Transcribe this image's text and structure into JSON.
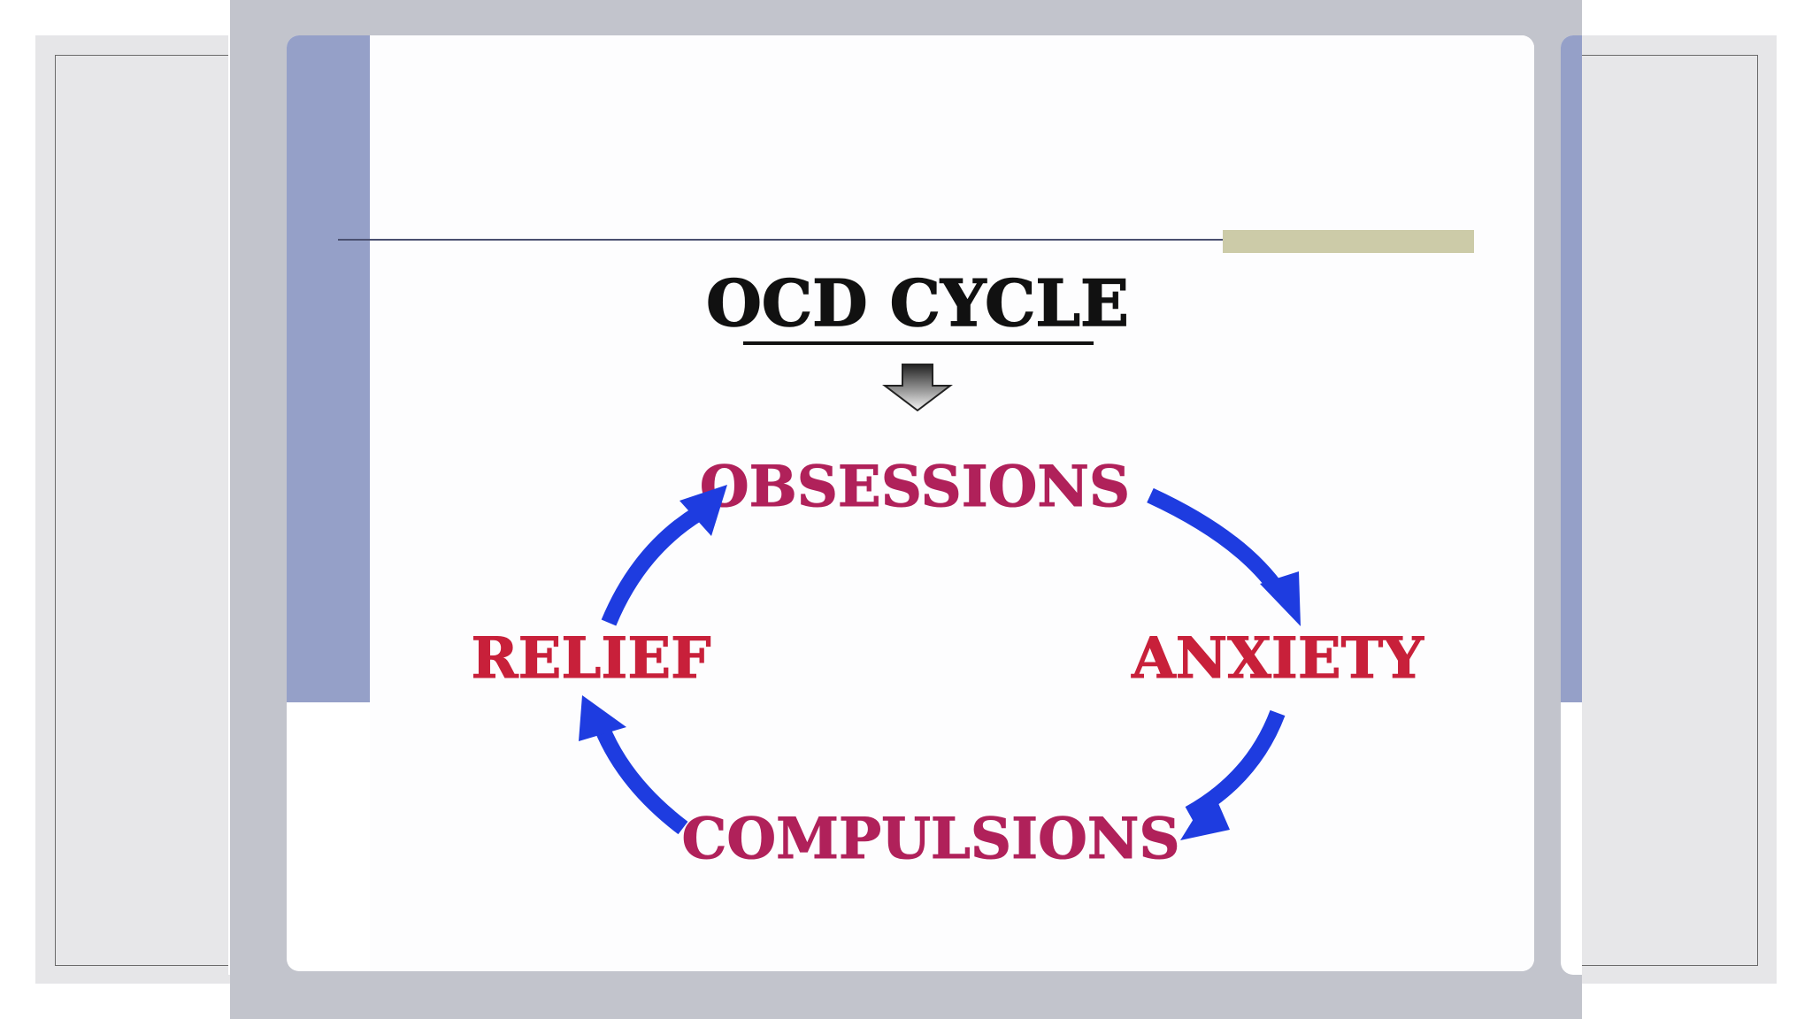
{
  "diagram": {
    "title": "OCD CYCLE",
    "nodes": {
      "top": "OBSESSIONS",
      "right": "ANXIETY",
      "bottom": "COMPULSIONS",
      "left": "RELIEF"
    },
    "colors": {
      "title": "#111111",
      "top": "#b0215a",
      "right": "#c8203a",
      "bottom": "#b0215a",
      "left": "#c8203a",
      "arrows": "#1e3ce0",
      "slide_band": "#95a0c8",
      "accent_bar": "#cccba8",
      "viewer_bg": "#c2c4cc"
    }
  }
}
